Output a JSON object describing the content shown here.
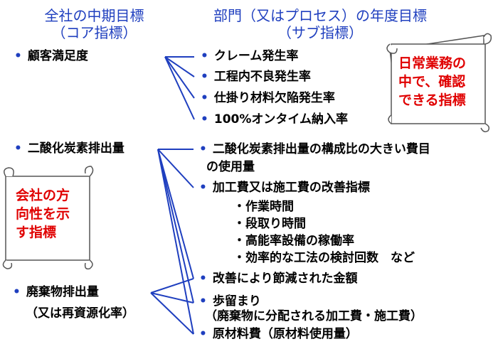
{
  "header_left": {
    "line1": "全社の中期目標",
    "line2": "（コア指標）"
  },
  "header_right": {
    "line1": "部門（又はプロセス）の年度目標",
    "line2": "（サブ指標）"
  },
  "core": [
    {
      "label": "顧客満足度"
    },
    {
      "label": "二酸化炭素排出量"
    },
    {
      "label": "廃棄物排出量",
      "sub": "（又は再資源化率）"
    }
  ],
  "sub_top": [
    "クレーム発生率",
    "工程内不良発生率",
    "仕掛り材料欠陥発生率",
    "100%オンタイム納入率"
  ],
  "sub_bottom": {
    "item1_line1": "二酸化炭素排出量の構成比の大きい費目",
    "item1_line2": "の使用量",
    "item2": "加工費又は施工費の改善指標",
    "item2_details": [
      "・作業時間",
      "・段取り時間",
      "・高能率設備の稼働率",
      "・効率的な工法の検討回数　など"
    ],
    "item3": "改善により節減された金額",
    "item4_line1": "歩留まり",
    "item4_line2": "（廃棄物に分配される加工費・施工費）",
    "item5": "原材料費（原材料使用量）"
  },
  "scroll_right": [
    "日常業務の",
    "中で、確認",
    "できる指標"
  ],
  "scroll_left": [
    "会社の方",
    "向性を示",
    "す指標"
  ],
  "bullet_symbol": "•",
  "colors": {
    "header": "#1f3fbf",
    "line": "#1f3fbf",
    "callout": "#e00000"
  }
}
